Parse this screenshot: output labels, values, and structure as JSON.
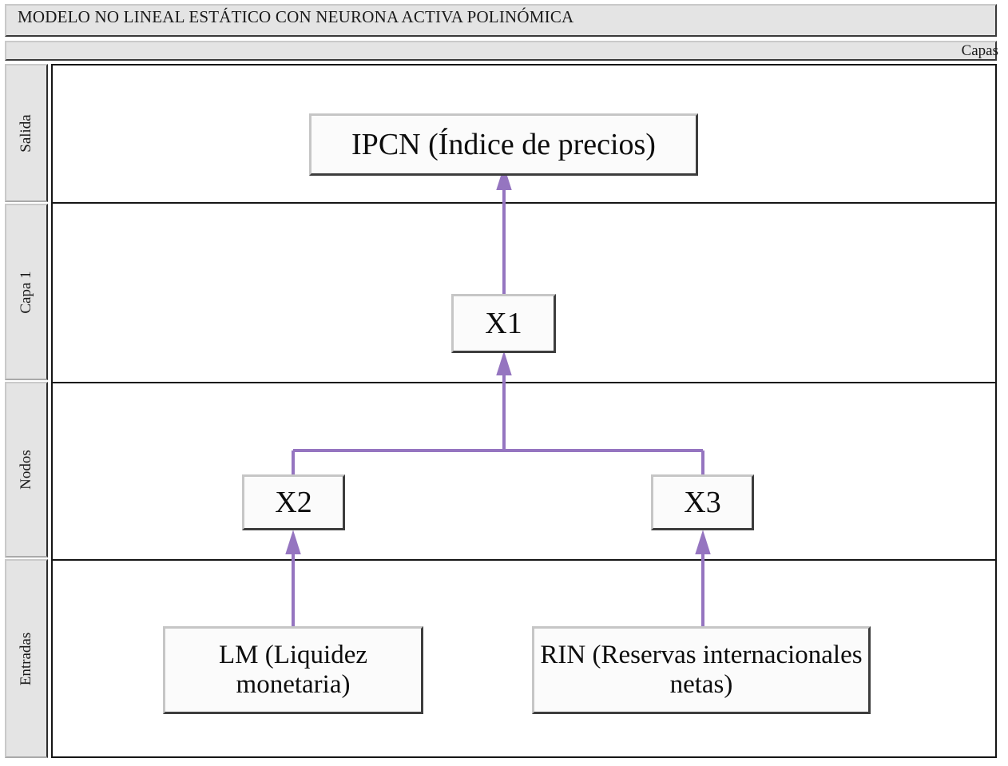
{
  "header": {
    "title": "MODELO NO LINEAL ESTÁTICO CON NEURONA ACTIVA POLINÓMICA",
    "columns_label": "Capas"
  },
  "layers": [
    {
      "id": "salida",
      "label": "Salida"
    },
    {
      "id": "capa1",
      "label": "Capa 1"
    },
    {
      "id": "nodos",
      "label": "Nodos"
    },
    {
      "id": "entradas",
      "label": "Entradas"
    }
  ],
  "nodes": {
    "output": {
      "label": "IPCN (Índice de precios)",
      "layer": "Salida"
    },
    "x1": {
      "label": "X1",
      "layer": "Capa 1"
    },
    "x2": {
      "label": "X2",
      "layer": "Nodos"
    },
    "x3": {
      "label": "X3",
      "layer": "Nodos"
    },
    "input_lm": {
      "label": "LM (Liquidez monetaria)",
      "layer": "Entradas"
    },
    "input_rin": {
      "label": "RIN (Reservas internacionales netas)",
      "layer": "Entradas"
    }
  },
  "edges": [
    {
      "from": "x1",
      "to": "output",
      "style": "arrow"
    },
    {
      "from": "junction",
      "to": "x1",
      "style": "arrow"
    },
    {
      "from": "x2",
      "to": "junction",
      "style": "line"
    },
    {
      "from": "x3",
      "to": "junction",
      "style": "line"
    },
    {
      "from": "input_lm",
      "to": "x2",
      "style": "arrow"
    },
    {
      "from": "input_rin",
      "to": "x3",
      "style": "arrow"
    }
  ],
  "colors": {
    "connector": "#9575c0",
    "header_band": "#e4e4e4",
    "node_fill": "#fbfbfb",
    "frame": "#151515",
    "text": "#0d0d0d"
  }
}
